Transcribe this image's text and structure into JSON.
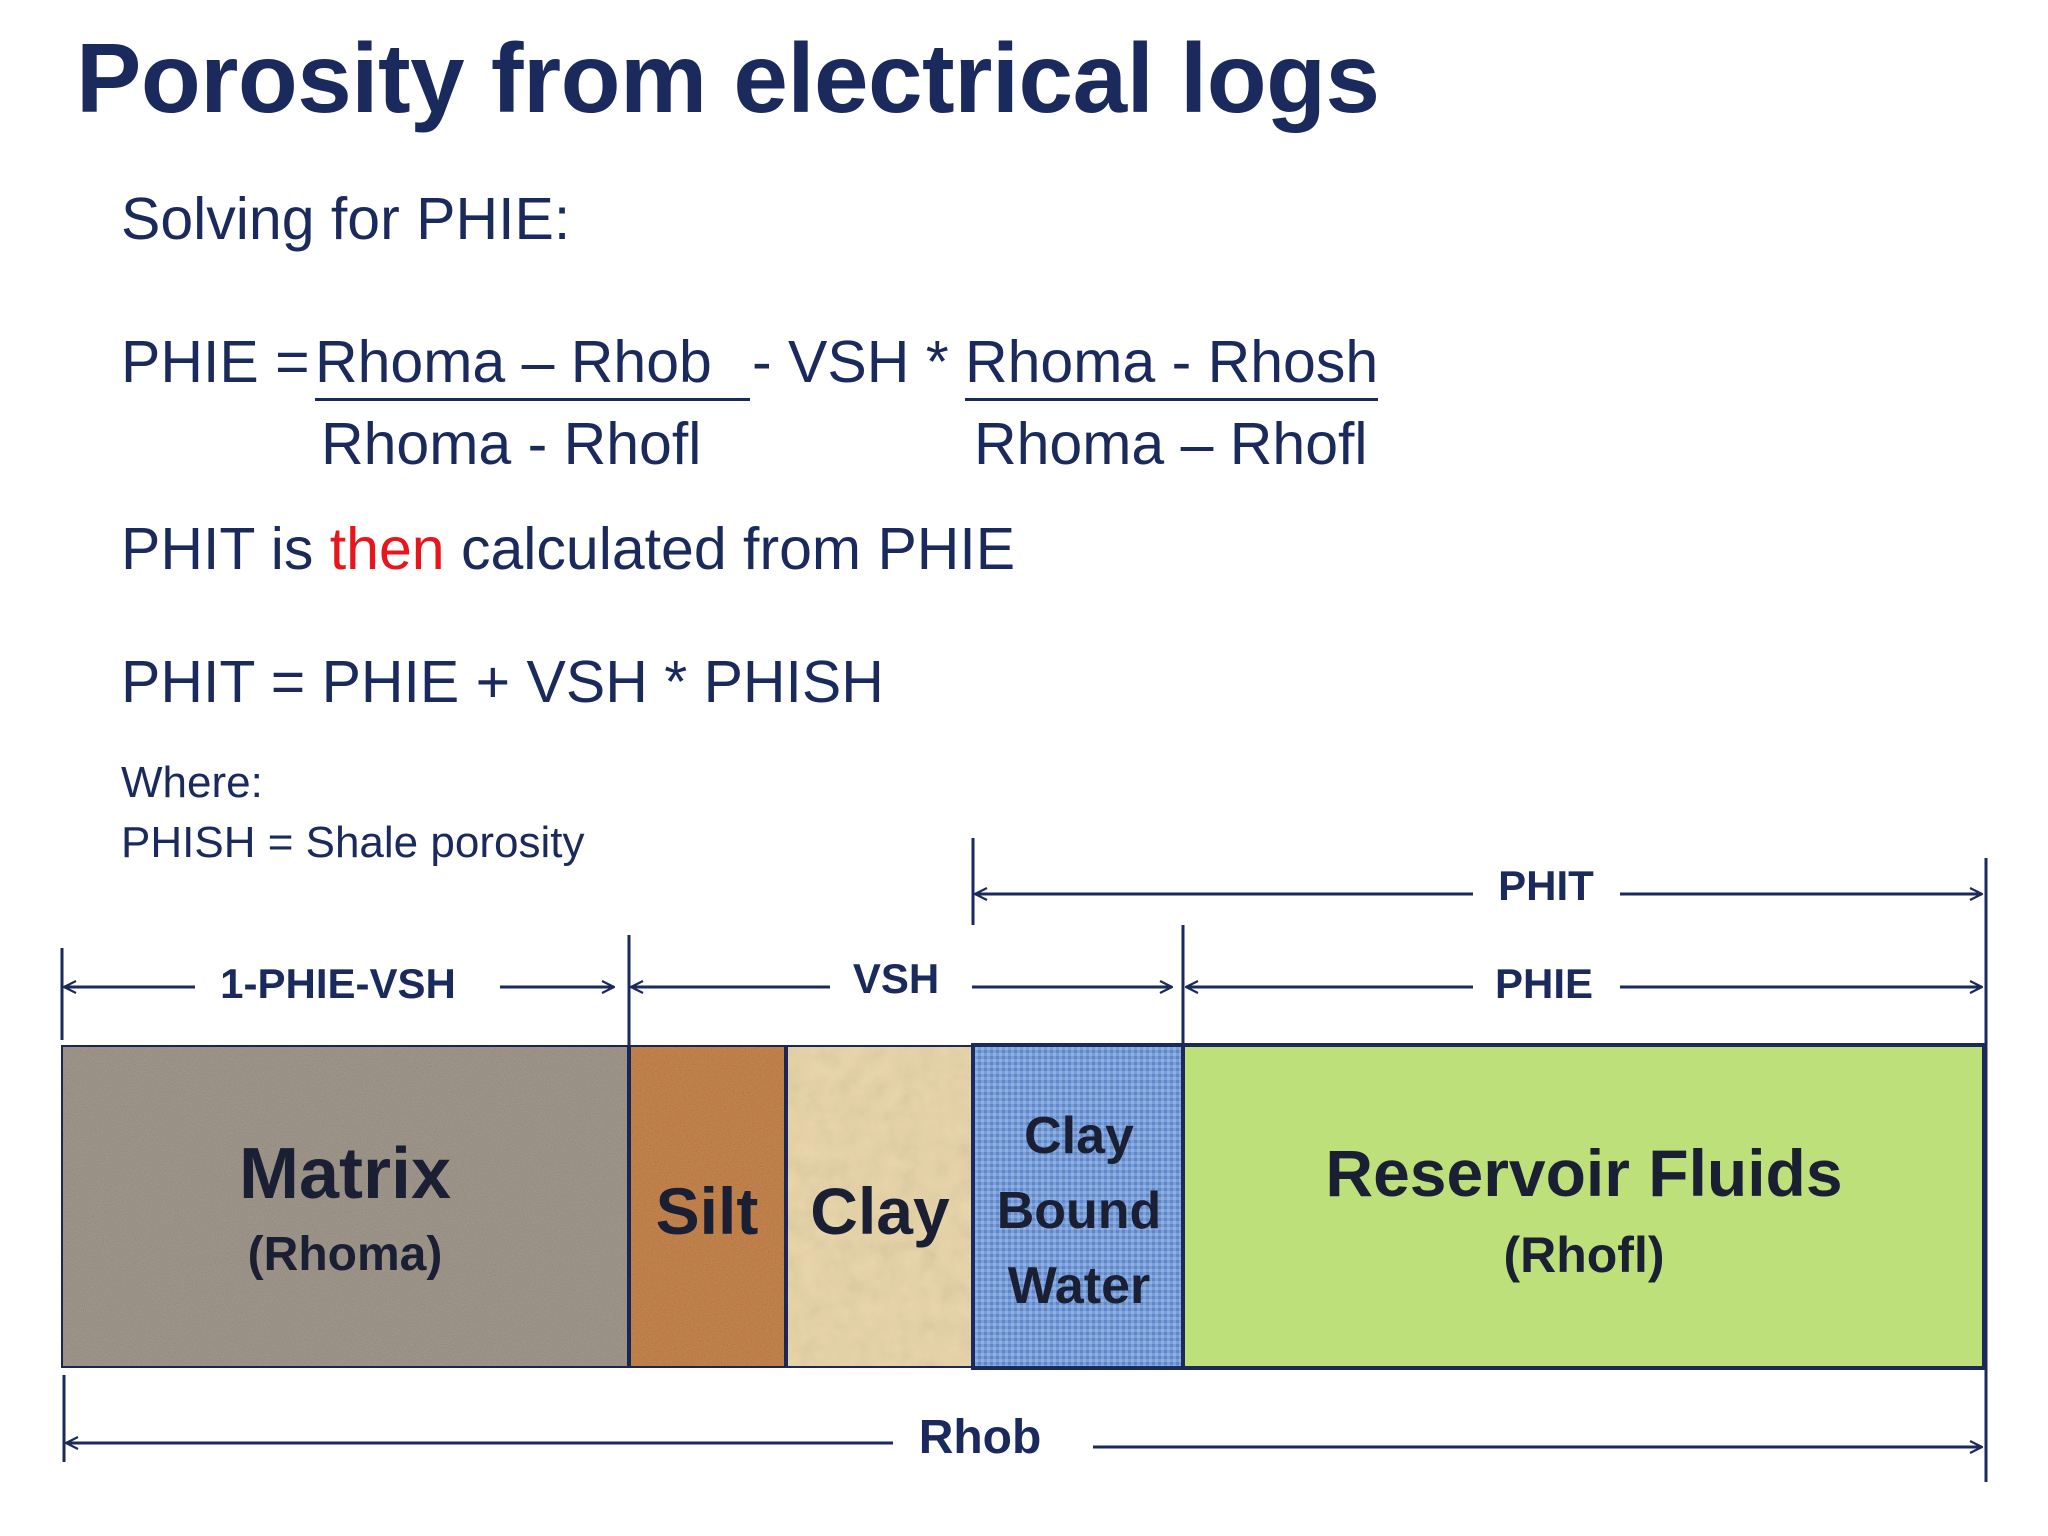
{
  "title": "Porosity from electrical logs",
  "solving": "Solving for PHIE:",
  "equation1": {
    "lhs": "PHIE =",
    "num1": "Rhoma – Rhob",
    "mid": "- VSH *",
    "num2": "Rhoma - Rhosh",
    "den1": "Rhoma - Rhofl",
    "den2": "Rhoma – Rhofl"
  },
  "phit_sentence": {
    "part1": "PHIT is",
    "highlight": "then",
    "part2": "calculated from PHIE"
  },
  "equation2": "PHIT = PHIE + VSH * PHISH",
  "where": {
    "label": "Where:",
    "definition": "PHISH = Shale porosity"
  },
  "diagram": {
    "arrows": {
      "phit": "PHIT",
      "matrix_span": "1-PHIE-VSH",
      "vsh": "VSH",
      "phie": "PHIE",
      "rhob": "Rhob"
    },
    "blocks": {
      "matrix": {
        "label": "Matrix",
        "sub": "(Rhoma)"
      },
      "silt": {
        "label": "Silt"
      },
      "clay": {
        "label": "Clay"
      },
      "cbw": {
        "line1": "Clay",
        "line2": "Bound",
        "line3": "Water"
      },
      "fluids": {
        "label": "Reservoir Fluids",
        "sub": "(Rhofl)"
      }
    },
    "colors": {
      "ink": "#1b2a5c",
      "matrix": "#a59b90",
      "silt": "#c9874f",
      "clay": "#e9d6ac",
      "cbw": "#7a9fd8",
      "fluids": "#bde07b"
    }
  }
}
